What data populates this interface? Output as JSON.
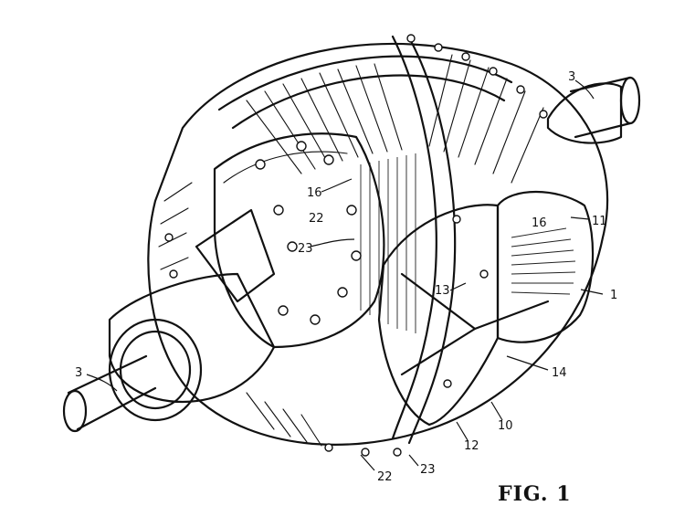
{
  "labels": {
    "shaft_right": "3",
    "shaft_left": "3",
    "plate_right": "16",
    "plate_top": "16",
    "disc": "22",
    "disc_bottom": "22",
    "bolt_upper": "23",
    "bolt_lower": "23",
    "rim": "11",
    "assembly": "1",
    "pin": "13",
    "band": "14",
    "clamp": "10",
    "vane": "12"
  },
  "figure_label": "FIG. 1"
}
